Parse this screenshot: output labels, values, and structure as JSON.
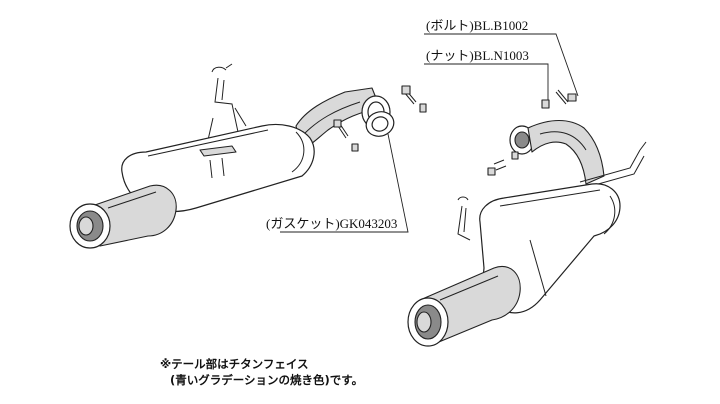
{
  "labels": {
    "bolt": "(ボルト)BL.B1002",
    "nut": "(ナット)BL.N1003",
    "gasket": "(ガスケット)GK043203"
  },
  "note": {
    "line1": "※テール部はチタンフェイス",
    "line2": "(青いグラデーションの焼き色)です。"
  },
  "colors": {
    "line": "#222222",
    "shade": "#d9d9d9",
    "dark_shade": "#8a8a8a",
    "background": "#ffffff"
  }
}
